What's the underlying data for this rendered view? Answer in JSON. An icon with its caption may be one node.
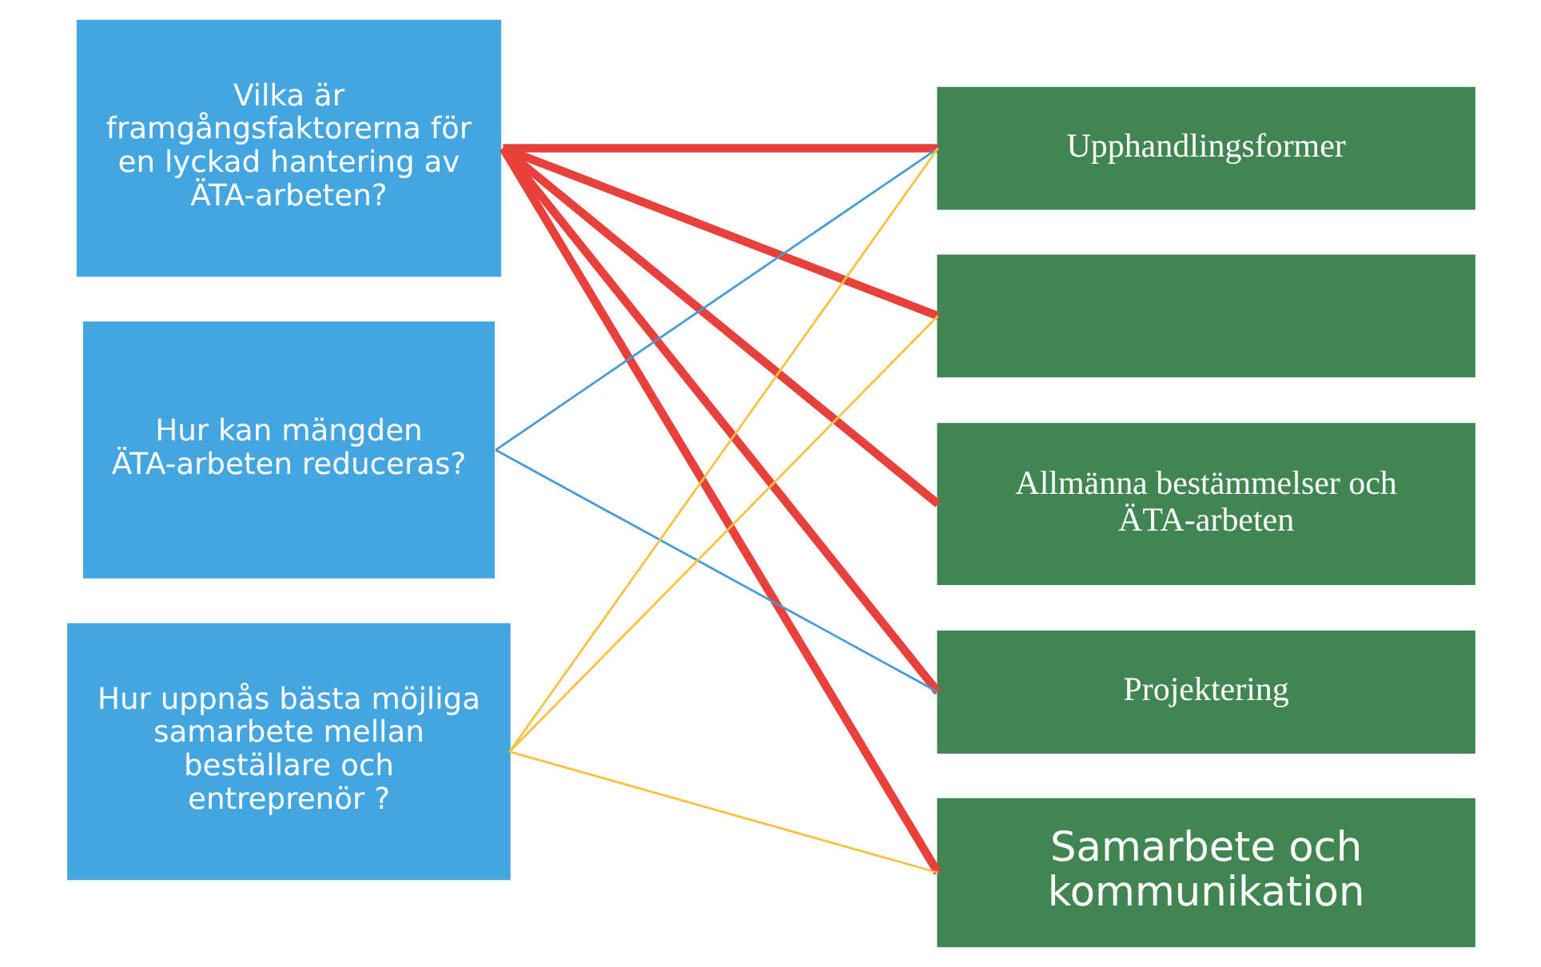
{
  "diagram": {
    "nodes": [
      {
        "text": [
          "Vilka är framgångsfaktorerna för en lyckad hantering av ÄTA-arbeten?"
        ]
      },
      {
        "text": [
          "Hur kan mängden ÄTA-arbeten reduceras?"
        ]
      },
      {
        "text": [
          "Hur uppnås bästa möjliga samarbete mellan beställare och entreprenör ?"
        ]
      },
      {
        "text": [
          "Upphandlingsformer"
        ]
      },
      {
        "text": [],
        "shape": "box"
      },
      {
        "text": [
          "Allmänna bestämmelser och ÄTA-arbeten"
        ]
      },
      {
        "text": [
          "Projektering"
        ]
      },
      {
        "text": [
          "Samarbete och kommunikation"
        ]
      }
    ],
    "edges": [
      {
        "from": 0,
        "to": 3,
        "arrow": "none",
        "style": "thick",
        "color": "#e8403a"
      },
      {
        "from": 0,
        "to": 4,
        "arrow": "none",
        "style": "thick",
        "color": "#e8403a"
      },
      {
        "from": 0,
        "to": 5,
        "arrow": "none",
        "style": "thick",
        "color": "#e8403a"
      },
      {
        "from": 0,
        "to": 6,
        "arrow": "none",
        "style": "thick",
        "color": "#e8403a"
      },
      {
        "from": 0,
        "to": 7,
        "arrow": "none",
        "style": "thick",
        "color": "#e8403a"
      },
      {
        "from": 1,
        "to": 3,
        "arrow": "none",
        "color": "#4a9ad6"
      },
      {
        "from": 1,
        "to": 6,
        "arrow": "none",
        "color": "#4a9ad6"
      },
      {
        "from": 2,
        "to": 3,
        "arrow": "none",
        "color": "#f5c242"
      },
      {
        "from": 2,
        "to": 4,
        "arrow": "none",
        "color": "#f5c242"
      },
      {
        "from": 2,
        "to": 7,
        "arrow": "none",
        "color": "#f5c242"
      }
    ]
  }
}
